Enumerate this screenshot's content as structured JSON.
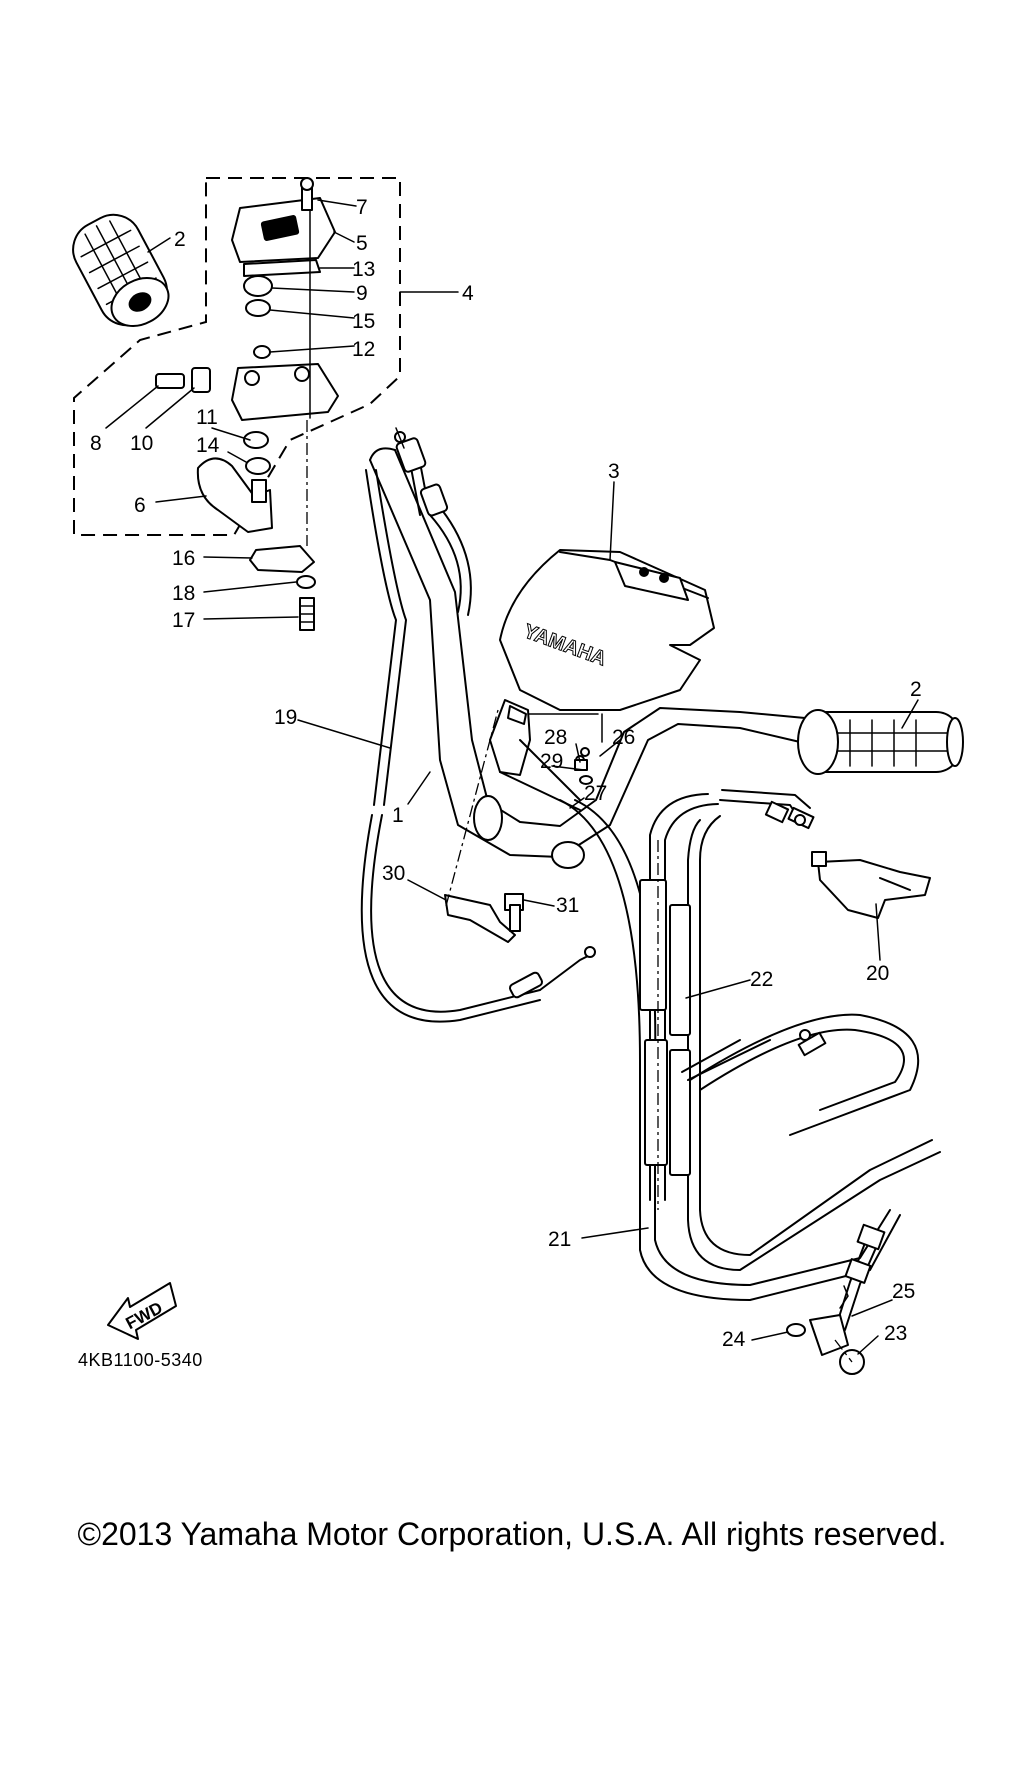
{
  "diagram_code": "4KB1100-5340",
  "copyright": "©2013 Yamaha Motor Corporation, U.S.A. All rights reserved.",
  "fwd_label": "FWD",
  "brand_text": "YAMAHA",
  "callouts": [
    "1",
    "2",
    "2",
    "3",
    "4",
    "5",
    "6",
    "7",
    "8",
    "9",
    "10",
    "11",
    "12",
    "13",
    "14",
    "15",
    "16",
    "17",
    "18",
    "19",
    "20",
    "21",
    "22",
    "23",
    "24",
    "25",
    "26",
    "27",
    "28",
    "29",
    "30",
    "31"
  ]
}
